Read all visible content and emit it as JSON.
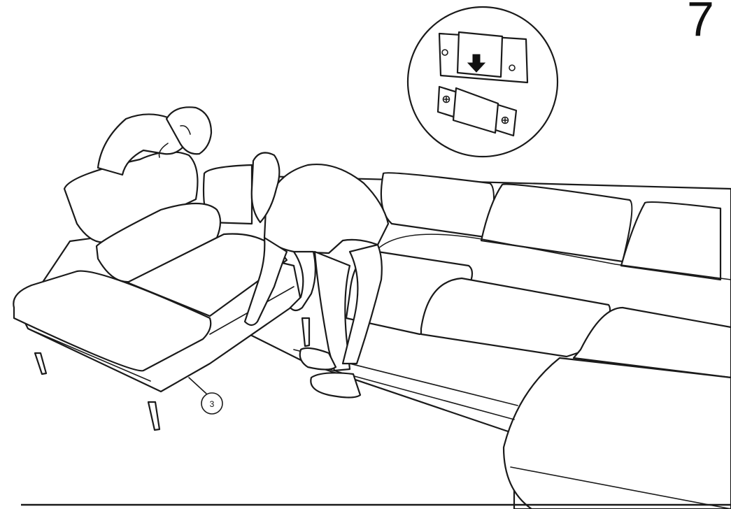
{
  "step": {
    "number": "7"
  },
  "callouts": [
    {
      "label": "3"
    }
  ],
  "detail_inset": {
    "arrow_direction": "down"
  },
  "colors": {
    "line": "#1a1a1a",
    "background": "#ffffff"
  }
}
